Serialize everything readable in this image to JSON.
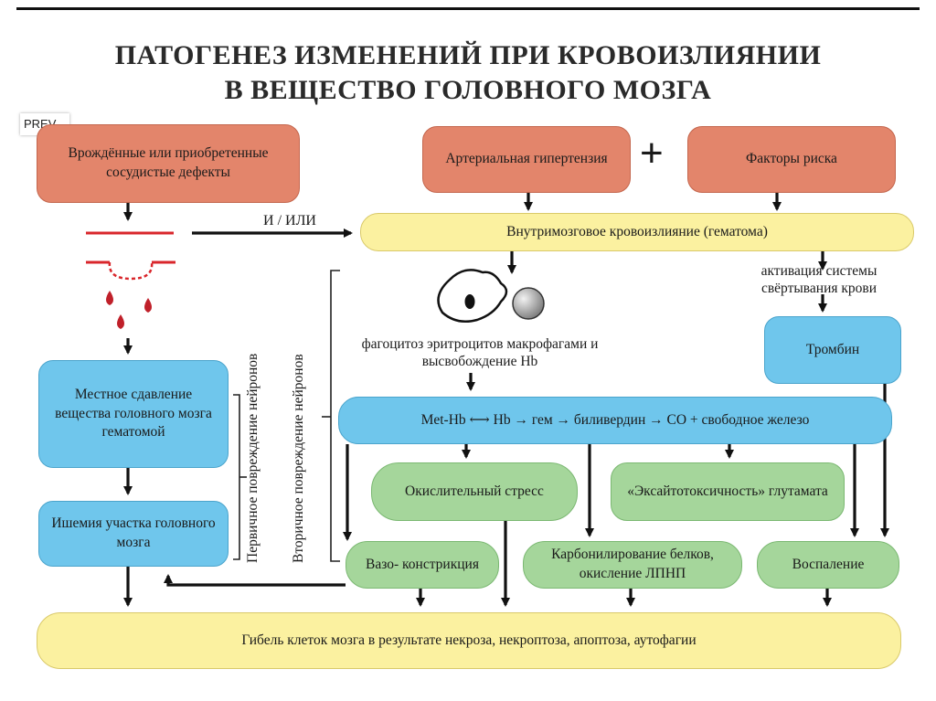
{
  "title": {
    "line1": "ПАТОГЕНЕЗ ИЗМЕНЕНИЙ ПРИ КРОВОИЗЛИЯНИИ",
    "line2": "В ВЕЩЕСТВО ГОЛОВНОГО МОЗГА"
  },
  "nav": {
    "prev_label": "PREV"
  },
  "boxes": {
    "defects": "Врождённые или приобретенные сосудистые дефекты",
    "hypertension": "Артериальная гипертензия",
    "plus": "+",
    "risk_factors": "Факторы риска",
    "hemorrhage": "Внутримозговое кровоизлияние (гематома)",
    "local_pressure": "Местное сдавление вещества головного мозга гематомой",
    "ischemia": "Ишемия участка головного мозга",
    "thrombin": "Тромбин",
    "hb_chain": "Met-Hb ⟷ Hb → гем → биливердин → CO + свободное железо",
    "oxidative_stress": "Окислительный стресс",
    "excitotoxicity": "«Эксайтотоксичность» глутамата",
    "vasoconstriction": "Вазо- констрикция",
    "carbonylation": "Карбонилирование белков, окисление ЛПНП",
    "inflammation": "Воспаление",
    "cell_death": "Гибель клеток мозга в результате некроза, некроптоза, апоптоза, аутофагии"
  },
  "labels": {
    "and_or": "И / ИЛИ",
    "coagulation": "активация системы свёртывания крови",
    "phagocytosis": "фагоцитоз эритроцитов макрофагами и высвобождение Hb",
    "primary_damage": "Первичное повреждение нейронов",
    "secondary_damage": "Вторичное повреждение нейронов"
  },
  "icons": [
    "blood-drop-icon",
    "macrophage-icon",
    "erythrocyte-icon",
    "ruptured-vessel-icon"
  ],
  "colors": {
    "salmon": "#e3856b",
    "yellow": "#fbf1a0",
    "blue": "#6fc6ec",
    "green": "#a5d69b",
    "vessel_red": "#d9262b",
    "blood_red": "#c0202a"
  }
}
